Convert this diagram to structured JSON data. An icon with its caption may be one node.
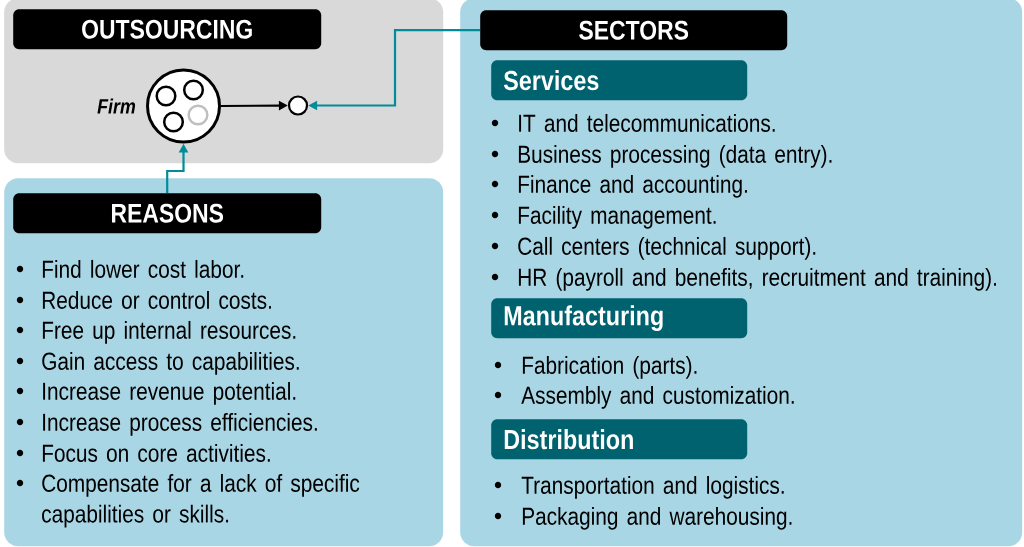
{
  "diagram": {
    "nodes": [
      {
        "text": [],
        "shape": "box"
      },
      {
        "text": [
          "OUTSOURCING"
        ],
        "in": 0
      },
      {
        "text": [],
        "shape": "circle",
        "in": 0,
        "beside": [
          "Firm"
        ]
      },
      {
        "text": [],
        "shape": "circle",
        "in": 0
      },
      {
        "text": [
          "Find lower cost labor.",
          "Reduce or control costs.",
          "Free up internal resources.",
          "Gain access to capabilities.",
          "Increase revenue potential.",
          "Increase process efficiencies.",
          "Focus on core activities.",
          "Compensate for a lack of specific capabilities or skills."
        ]
      },
      {
        "text": [
          "REASONS"
        ],
        "in": 4
      },
      {
        "text": [
          "IT and telecommunications.",
          "Business processing (data entry).",
          "Finance and accounting.",
          "Facility management.",
          "Call centers (technical support).",
          "HR (payroll and benefits, recruitment and training).",
          "Fabrication (parts).",
          "Assembly and customization.",
          "Transportation and logistics.",
          "Packaging and warehousing."
        ]
      },
      {
        "text": [
          "SECTORS"
        ],
        "in": 6
      },
      {
        "text": [
          "Services"
        ],
        "in": 6
      },
      {
        "text": [
          "Manufacturing"
        ],
        "in": 6
      },
      {
        "text": [
          "Distribution"
        ],
        "in": 6
      }
    ],
    "edges": [
      {
        "from": 5,
        "to": 2,
        "arrow": "to"
      },
      {
        "from": 2,
        "to": 3,
        "arrow": "to",
        "color": "#000000"
      },
      {
        "from": 7,
        "to": 3,
        "arrow": "to"
      }
    ]
  }
}
